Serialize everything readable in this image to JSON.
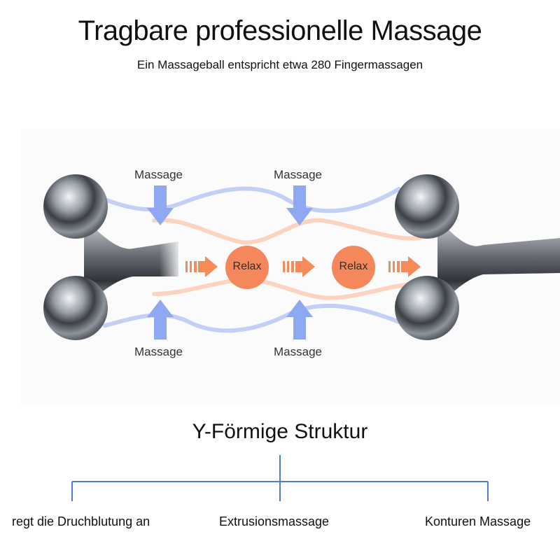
{
  "header": {
    "title": "Tragbare professionelle Massage",
    "subtitle": "Ein Massageball entspricht etwa 280 Fingermassagen"
  },
  "diagram": {
    "massage_labels": [
      "Massage",
      "Massage",
      "Massage",
      "Massage"
    ],
    "relax_labels": [
      "Relax",
      "Relax"
    ],
    "colors": {
      "relax": "#f5875c",
      "arrow_orange": "#f58a5a",
      "arrow_blue": "#8fa8f2",
      "wave_blue": "#c4cff5",
      "wave_orange": "#fbd3be"
    }
  },
  "structure": {
    "title": "Y-Förmige Struktur",
    "items": [
      "regt die Druchblutung an",
      "Extrusionsmassage",
      "Konturen Massage"
    ],
    "line_color": "#4f7bd1"
  }
}
